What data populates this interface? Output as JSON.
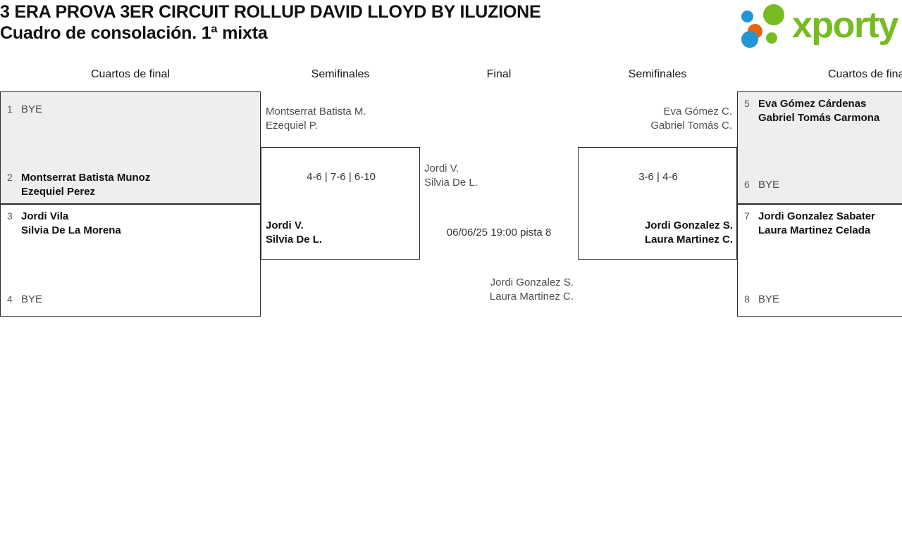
{
  "header": {
    "title_line1": "3 ERA PROVA 3ER CIRCUIT ROLLUP DAVID LLOYD BY ILUZIONE",
    "title_line2": "Cuadro de consolación. 1ª mixta",
    "logo_text": "xporty",
    "logo_colors": {
      "green": "#76bc21",
      "blue": "#2196d3",
      "orange": "#e8650f"
    }
  },
  "rounds": [
    {
      "label": "Cuartos de final"
    },
    {
      "label": "Semifinales"
    },
    {
      "label": "Final"
    },
    {
      "label": "Semifinales"
    },
    {
      "label": "Cuartos de final"
    }
  ],
  "left_quarterfinals": [
    {
      "shaded": true,
      "slots": [
        {
          "seed": "1",
          "bye": true,
          "lines": [
            "BYE"
          ]
        },
        {
          "seed": "2",
          "bye": false,
          "lines": [
            "Montserrat Batista Munoz",
            "Ezequiel Perez"
          ]
        }
      ]
    },
    {
      "shaded": false,
      "slots": [
        {
          "seed": "3",
          "bye": false,
          "lines": [
            "Jordi Vila",
            "Silvia De La Morena"
          ]
        },
        {
          "seed": "4",
          "bye": true,
          "lines": [
            "BYE"
          ]
        }
      ]
    }
  ],
  "right_quarterfinals": [
    {
      "shaded": true,
      "slots": [
        {
          "seed": "5",
          "bye": false,
          "lines": [
            "Eva Gómez Cárdenas",
            "Gabriel Tomás Carmona"
          ]
        },
        {
          "seed": "6",
          "bye": true,
          "lines": [
            "BYE"
          ]
        }
      ]
    },
    {
      "shaded": false,
      "slots": [
        {
          "seed": "7",
          "bye": false,
          "lines": [
            "Jordi Gonzalez Sabater",
            "Laura Martinez Celada"
          ]
        },
        {
          "seed": "8",
          "bye": true,
          "lines": [
            "BYE"
          ]
        }
      ]
    }
  ],
  "left_semifinal": {
    "top_team": {
      "lines": [
        "Montserrat Batista M.",
        "Ezequiel P."
      ],
      "winner": false
    },
    "bottom_team": {
      "lines": [
        "Jordi V.",
        "Silvia De L."
      ],
      "winner": true
    },
    "score": "4-6 | 7-6 | 6-10"
  },
  "right_semifinal": {
    "top_team": {
      "lines": [
        "Eva Gómez C.",
        "Gabriel Tomás C."
      ],
      "winner": false
    },
    "bottom_team": {
      "lines": [
        "Jordi Gonzalez S.",
        "Laura Martinez C."
      ],
      "winner": true
    },
    "score": "3-6 | 4-6"
  },
  "final": {
    "top_team": {
      "lines": [
        "Jordi V.",
        "Silvia De L."
      ],
      "winner": false
    },
    "bottom_team": {
      "lines": [
        "Jordi Gonzalez S.",
        "Laura Martinez C."
      ],
      "winner": false
    },
    "schedule": "06/06/25 19:00 pista 8"
  }
}
